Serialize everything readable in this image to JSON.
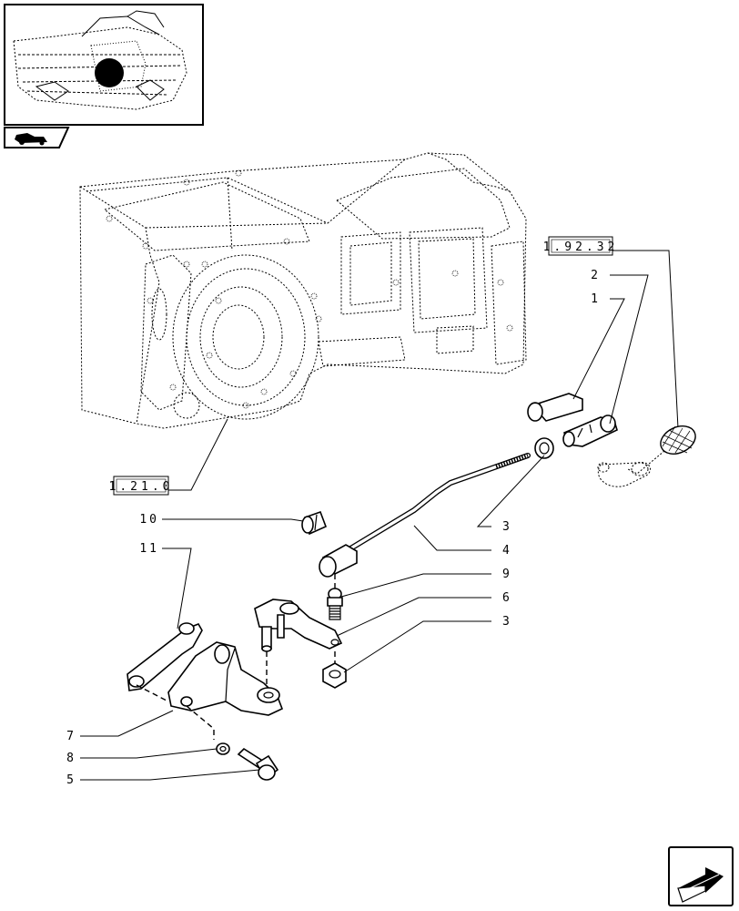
{
  "references": {
    "housing_ref": "1.21.0",
    "pedal_ref": "1.92.32"
  },
  "callouts": {
    "c2": "2",
    "c1": "1",
    "c3a": "3",
    "c4": "4",
    "c9": "9",
    "c6": "6",
    "c3b": "3",
    "c10": "10",
    "c11": "11",
    "c7": "7",
    "c8": "8",
    "c5": "5"
  },
  "icons": {
    "thumbnail_badge": "tractor-section-icon",
    "nav_arrow": "next-page-arrow-icon"
  }
}
